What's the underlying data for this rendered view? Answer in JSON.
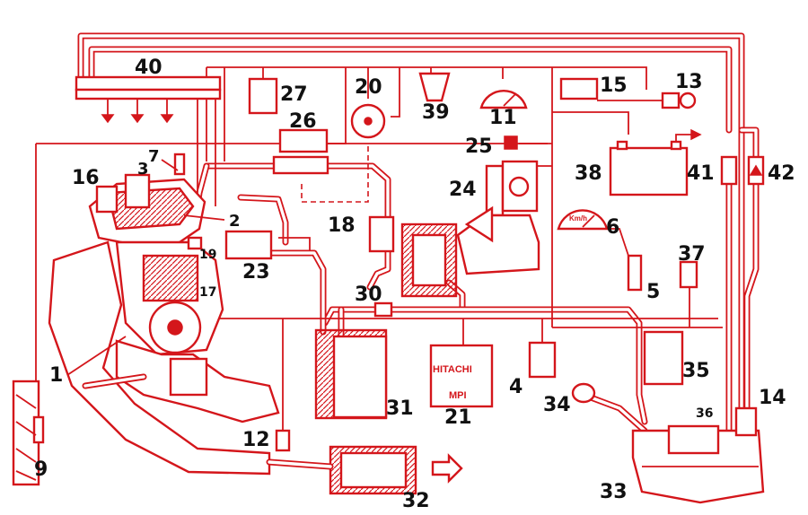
{
  "callouts": [
    "1",
    "2",
    "3",
    "4",
    "5",
    "6",
    "7",
    "9",
    "11",
    "12",
    "13",
    "14",
    "15",
    "16",
    "17",
    "19",
    "20",
    "21",
    "23",
    "24",
    "25",
    "26",
    "27",
    "30",
    "31",
    "32",
    "33",
    "34",
    "35",
    "36",
    "37",
    "38",
    "39",
    "40",
    "41",
    "42"
  ],
  "ecu_brand": "HITACHI",
  "ecu_type": "MPI",
  "speedo_unit": "Km/h",
  "colors": {
    "line": "#d4161b",
    "text": "#111111",
    "paper": "#ffffff"
  }
}
